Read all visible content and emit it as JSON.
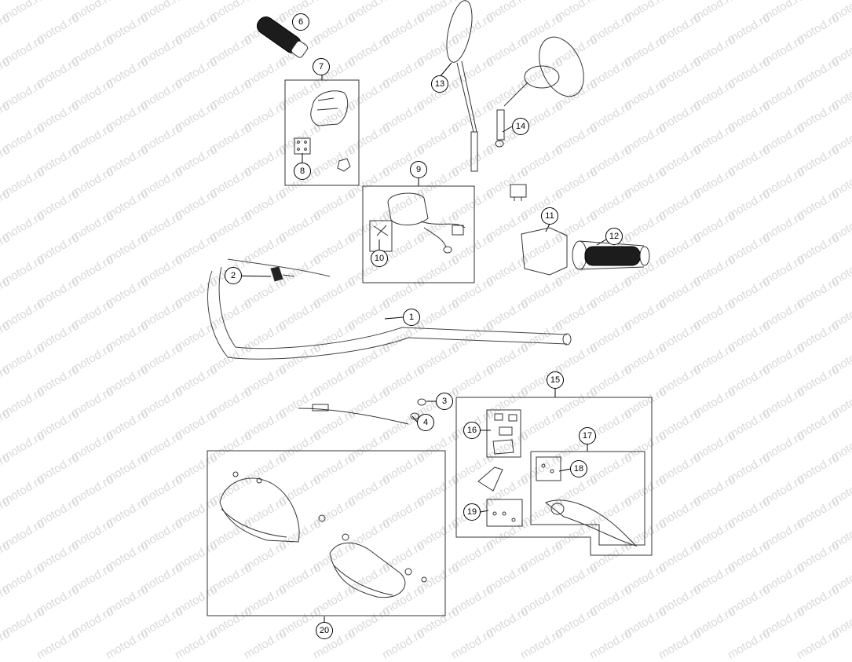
{
  "watermark": "motod.ru",
  "callouts": [
    "1",
    "2",
    "3",
    "4",
    "6",
    "7",
    "8",
    "9",
    "10",
    "11",
    "12",
    "13",
    "14",
    "15",
    "16",
    "17",
    "18",
    "19",
    "20"
  ]
}
